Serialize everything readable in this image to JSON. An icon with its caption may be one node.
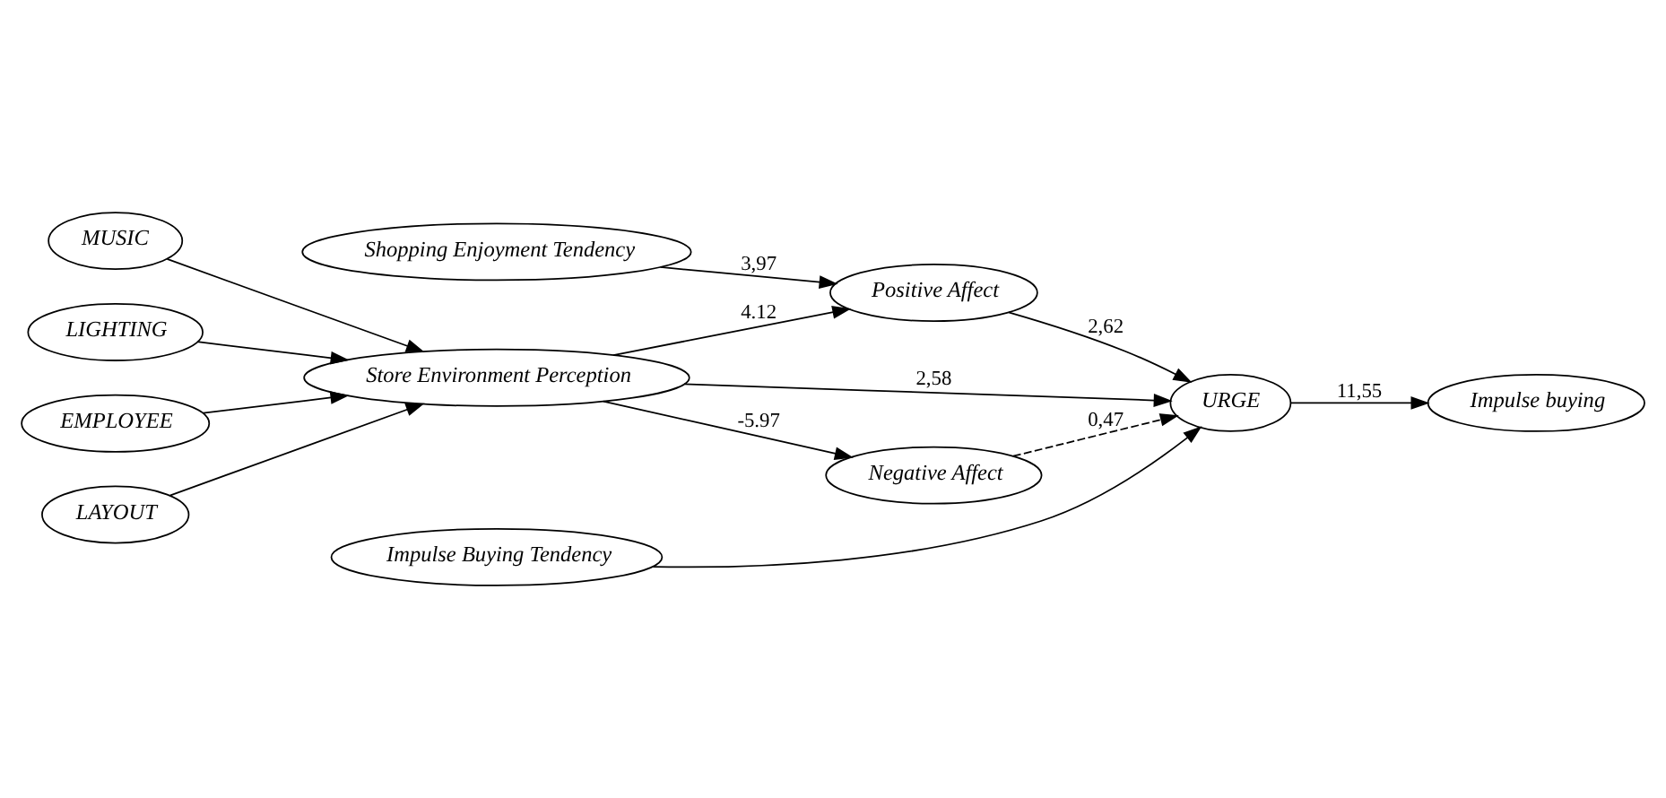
{
  "diagram": {
    "nodes": [
      {
        "text": [
          "Shopping Enjoyment Tendency"
        ]
      },
      {
        "text": [
          "Positive Affect"
        ]
      },
      {
        "text": [
          "MUSIC"
        ]
      },
      {
        "text": [
          "LIGHTING"
        ]
      },
      {
        "text": [
          "EMPLOYEE"
        ]
      },
      {
        "text": [
          "Store Environment Perception"
        ]
      },
      {
        "text": [
          "URGE"
        ]
      },
      {
        "text": [
          "Impulse buying"
        ]
      },
      {
        "text": [
          "LAYOUT"
        ]
      },
      {
        "text": [
          "Negative Affect"
        ]
      },
      {
        "text": [
          "Impulse Buying Tendency"
        ]
      }
    ],
    "edges": [
      {
        "from": 2,
        "to": 5,
        "arrow": "to"
      },
      {
        "from": 3,
        "to": 5,
        "arrow": "to"
      },
      {
        "from": 4,
        "to": 5,
        "arrow": "to"
      },
      {
        "from": 8,
        "to": 5,
        "arrow": "to"
      },
      {
        "from": 0,
        "to": 1,
        "arrow": "to",
        "label": "3,97"
      },
      {
        "from": 5,
        "to": 1,
        "arrow": "to",
        "label": "4.12"
      },
      {
        "from": 1,
        "to": 6,
        "arrow": "to",
        "label": "2,62"
      },
      {
        "from": 5,
        "to": 6,
        "arrow": "to",
        "label": "2,58"
      },
      {
        "from": 5,
        "to": 9,
        "arrow": "to",
        "label": "-5.97"
      },
      {
        "from": 9,
        "to": 6,
        "arrow": "to",
        "label": "0,47",
        "style": "dashed"
      },
      {
        "from": 10,
        "to": 6,
        "arrow": "to"
      },
      {
        "from": 6,
        "to": 7,
        "arrow": "to",
        "label": "11,55"
      }
    ]
  }
}
